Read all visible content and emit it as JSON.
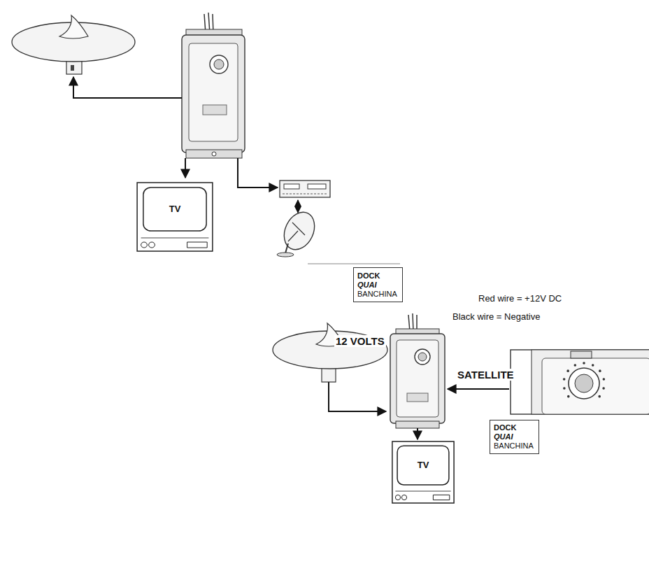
{
  "diagram": {
    "nodes": [
      {
        "text": [
          "TV"
        ]
      },
      {
        "text": [
          "DOCK",
          "QUAI",
          "BANCHINA"
        ]
      },
      {
        "text": [
          "TV"
        ]
      },
      {
        "text": [
          "DOCK",
          "QUAI",
          "BANCHINA"
        ]
      }
    ],
    "labels": [
      "12 VOLTS",
      "Red wire = +12V DC",
      "Black wire = Negative",
      "SATELLITE"
    ]
  }
}
